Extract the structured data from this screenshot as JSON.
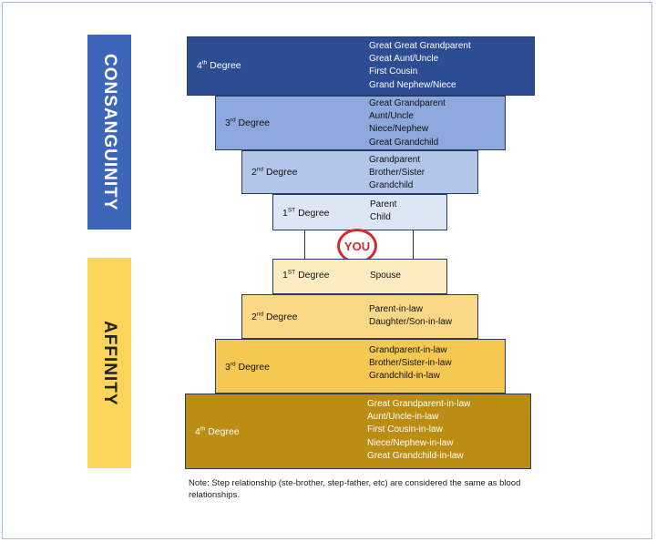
{
  "labels": {
    "consanguinity": "CONSANGUINITY",
    "affinity": "AFFINITY",
    "you": "YOU"
  },
  "consanguinity": [
    {
      "n": "4",
      "sup": "th",
      "word": " Degree",
      "relations": [
        "Great Great Grandparent",
        "Great Aunt/Uncle",
        "First Cousin",
        "Grand Nephew/Niece"
      ]
    },
    {
      "n": "3",
      "sup": "rd",
      "word": " Degree",
      "relations": [
        "Great Grandparent",
        "Aunt/Uncle",
        "Niece/Nephew",
        "Great Grandchild"
      ]
    },
    {
      "n": "2",
      "sup": "nd",
      "word": " Degree",
      "relations": [
        "Grandparent",
        "Brother/Sister",
        "Grandchild"
      ]
    },
    {
      "n": "1",
      "sup": "ST",
      "word": " Degree",
      "relations": [
        "Parent",
        "Child"
      ]
    }
  ],
  "affinity": [
    {
      "n": "1",
      "sup": "ST",
      "word": " Degree",
      "relations": [
        "Spouse"
      ]
    },
    {
      "n": "2",
      "sup": "nd",
      "word": " Degree",
      "relations": [
        "Parent-in-law",
        "Daughter/Son-in-law"
      ]
    },
    {
      "n": "3",
      "sup": "rd",
      "word": " Degree",
      "relations": [
        "Grandparent-in-law",
        "Brother/Sister-in-law",
        "Grandchild-in-law"
      ]
    },
    {
      "n": "4",
      "sup": "th",
      "word": " Degree",
      "relations": [
        "Great Grandparent-in-law",
        "Aunt/Uncle-in-law",
        "First Cousin-in-law",
        "Niece/Nephew-in-law",
        "Great Grandchild-in-law"
      ]
    }
  ],
  "note": "Note: Step relationship (ste-brother, step-father, etc) are considered the same as blood relationships.",
  "colors": {
    "consanguinity_label": "#3d66b8",
    "affinity_label": "#fbd45a",
    "cons_4": "#2c4c94",
    "cons_3": "#8ca8dc",
    "cons_2": "#b2c6e9",
    "cons_1": "#dde6f5",
    "aff_1": "#fdecc0",
    "aff_2": "#fad886",
    "aff_3": "#f4c851",
    "aff_4": "#bb8d12",
    "you_ring": "#d62828"
  }
}
